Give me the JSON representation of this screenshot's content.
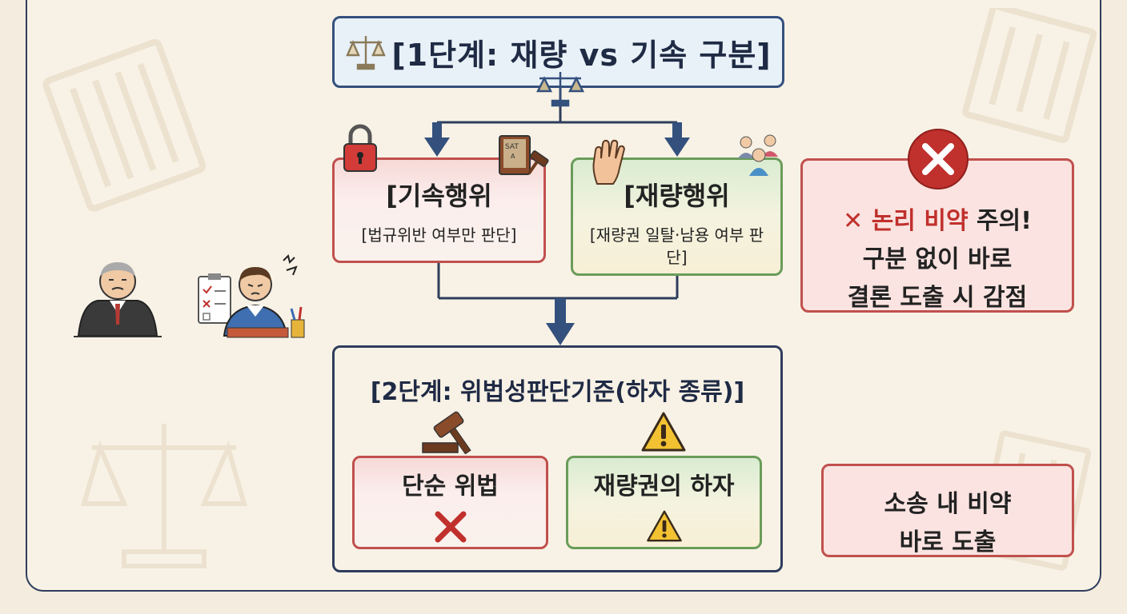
{
  "step1": {
    "title": "[1단계: 재량 vs 기속 구분]"
  },
  "binding_act": {
    "heading": "[기속행위",
    "description": "[법규위반 여부만 판단]"
  },
  "discretionary_act": {
    "heading": "[재량행위",
    "description": "[재량권 일탈·남용 여부 판단]"
  },
  "warning": {
    "line1_prefix": "✕ ",
    "line1_red": "논리 비약",
    "line1_suffix": " 주의!",
    "line2": "구분 없이 바로",
    "line3": "결론 도출 시 감점"
  },
  "step2": {
    "title": "[2단계: 위법성판단기준(하자 종류)]",
    "simple": {
      "label": "단순 위법"
    },
    "flaw": {
      "label": "재량권의 하자"
    }
  },
  "lawsuit_note": {
    "line1": "소송 내 비약",
    "line2": "바로 도출"
  },
  "icons": {
    "step1": "scales-icon",
    "binding": "lock-icon",
    "binding_book": "book-gavel-icon",
    "discretion": "raised-hand-icon",
    "discretion_people": "people-group-icon",
    "warning": "x-circle-icon",
    "simple": "gavel-icon",
    "simple_mark": "x-mark-icon",
    "flaw": "warning-triangle-icon",
    "flaw_mark": "warning-triangle-icon",
    "judge": "judge-illustration",
    "student": "student-illustration"
  },
  "colors": {
    "navy": "#34507d",
    "red": "#c0504d",
    "green": "#6a9c5a",
    "background": "#f4ecdf"
  }
}
